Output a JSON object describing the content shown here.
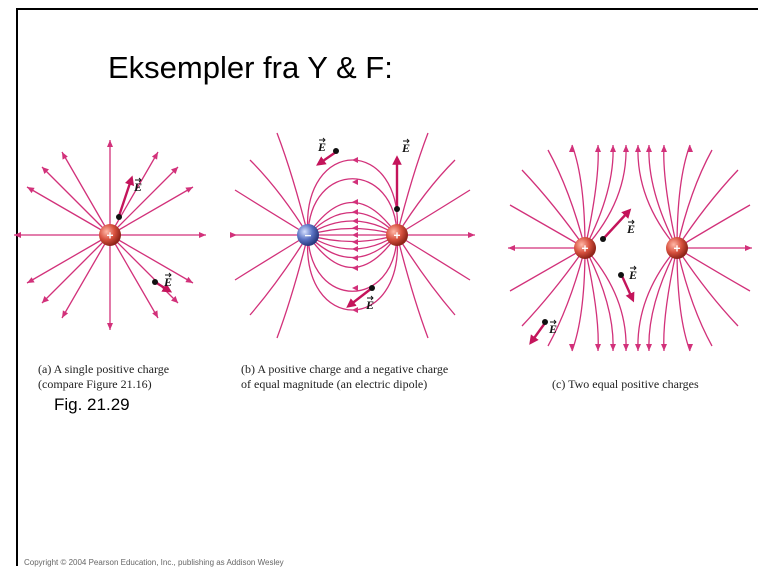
{
  "slide": {
    "title": "Eksempler fra Y & F:",
    "figure_label": "Fig. 21.29",
    "copyright": "Copyright © 2004 Pearson Education, Inc., publishing as Addison Wesley"
  },
  "panels": [
    {
      "id": "a",
      "caption_lines": [
        "(a) A single positive charge",
        "(compare Figure 21.16)"
      ],
      "charges": [
        {
          "sign": "+"
        }
      ],
      "vector_labels": [
        "E",
        "E"
      ]
    },
    {
      "id": "b",
      "caption_lines": [
        "(b) A positive charge and a negative charge",
        "of equal magnitude (an electric dipole)"
      ],
      "charges": [
        {
          "sign": "−"
        },
        {
          "sign": "+"
        }
      ],
      "vector_labels": [
        "E",
        "E",
        "E"
      ]
    },
    {
      "id": "c",
      "caption_lines": [
        "(c) Two equal positive charges"
      ],
      "charges": [
        {
          "sign": "+"
        },
        {
          "sign": "+"
        }
      ],
      "vector_labels": [
        "E",
        "E",
        "E"
      ]
    }
  ],
  "colors": {
    "field_line": "#d2317a",
    "field_vector": "#c4145b",
    "positive_charge": "#d8523f",
    "negative_charge": "#5b73c4"
  }
}
